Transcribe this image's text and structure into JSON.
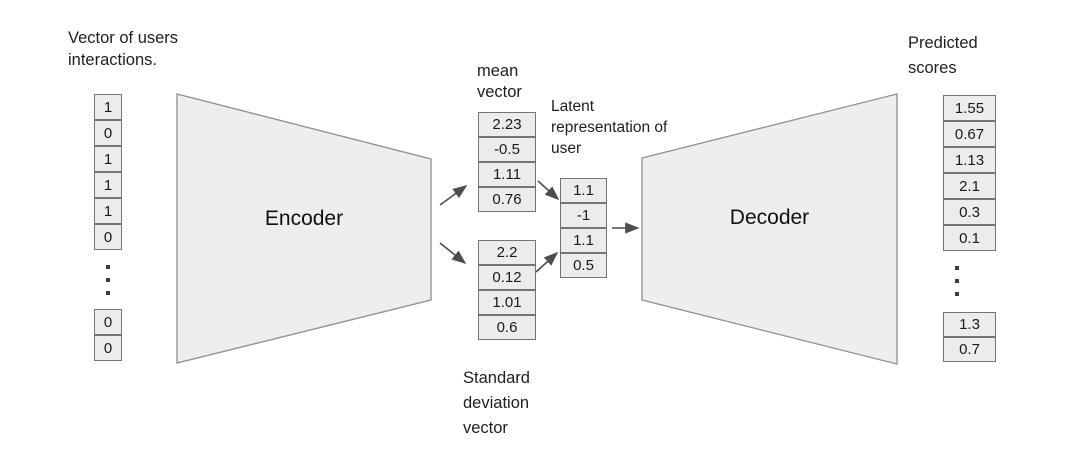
{
  "labels": {
    "input": "Vector of users\ninteractions.",
    "mean": "mean\nvector",
    "latent": "Latent\nrepresentation of\nuser",
    "std": "Standard\ndeviation\nvector",
    "predicted": "Predicted\nscores",
    "encoder": "Encoder",
    "decoder": "Decoder"
  },
  "vectors": {
    "input": {
      "top": [
        "1",
        "0",
        "1",
        "1",
        "1",
        "0"
      ],
      "bottom": [
        "0",
        "0"
      ]
    },
    "mean": {
      "values": [
        "2.23",
        "-0.5",
        "1.11",
        "0.76"
      ]
    },
    "std": {
      "values": [
        "2.2",
        "0.12",
        "1.01",
        "0.6"
      ]
    },
    "latent": {
      "values": [
        "1.1",
        "-1",
        "1.1",
        "0.5"
      ]
    },
    "predicted": {
      "top": [
        "1.55",
        "0.67",
        "1.13",
        "2.1",
        "0.3",
        "0.1"
      ],
      "bottom": [
        "1.3",
        "0.7"
      ]
    }
  },
  "colors": {
    "background": "#ffffff",
    "shape_fill": "#eeeeee",
    "shape_border": "#8f8f8f",
    "cell_fill": "#ececec",
    "cell_border": "#757575",
    "arrow": "#4d4d4d",
    "text": "#1a1a1a"
  }
}
